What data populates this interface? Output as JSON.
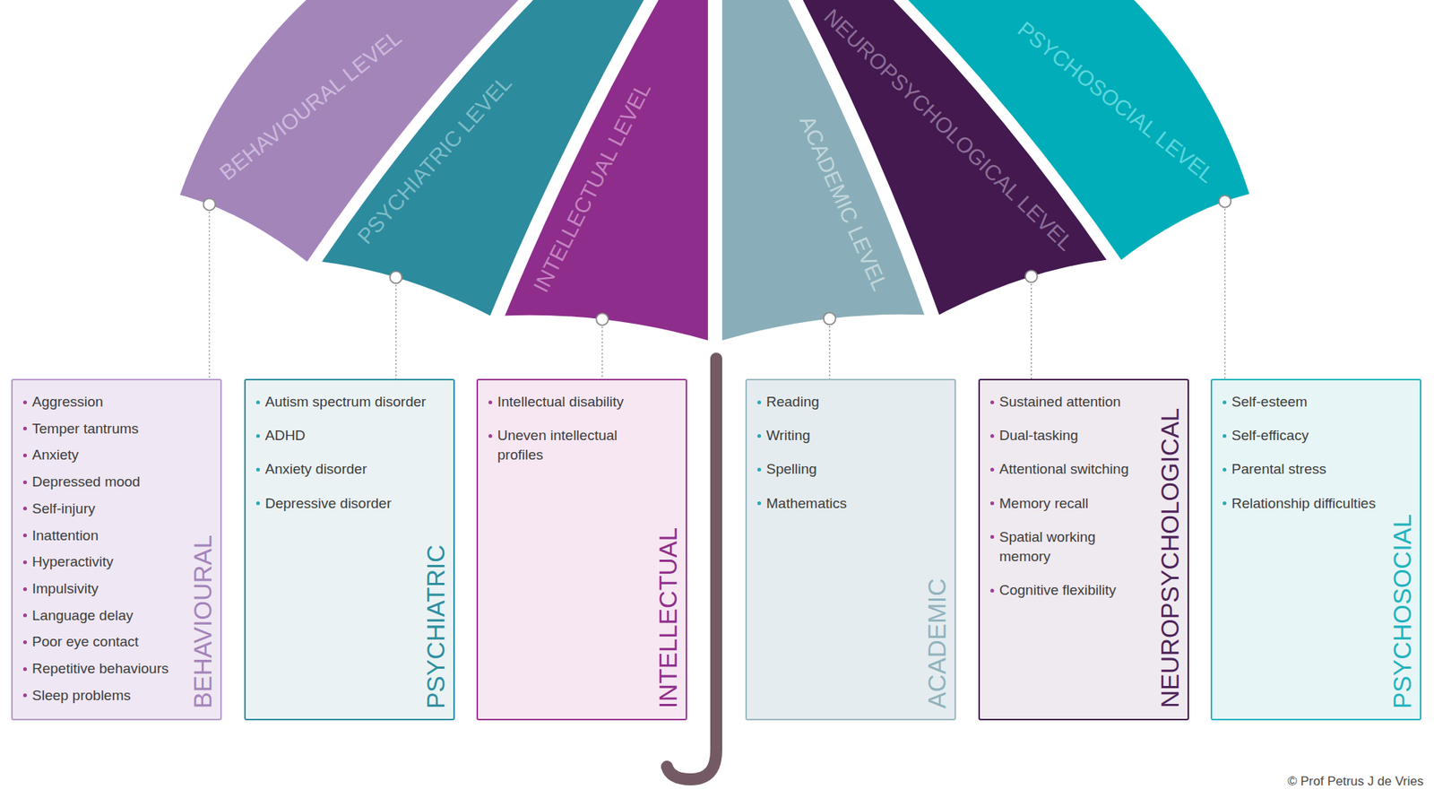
{
  "diagram": {
    "nodes": [
      {
        "text": [
          "BEHAVIOURAL LEVEL"
        ]
      },
      {
        "text": [
          "PSYCHIATRIC LEVEL"
        ]
      },
      {
        "text": [
          "INTELLECTUAL LEVEL"
        ]
      },
      {
        "text": [
          "ACADEMIC LEVEL"
        ]
      },
      {
        "text": [
          "NEUROPSYCHOLOGICAL LEVEL"
        ]
      },
      {
        "text": [
          "PSYCHOSOCIAL LEVEL"
        ]
      },
      {
        "text": [
          "Aggression",
          "Temper tantrums",
          "Anxiety",
          "Depressed mood",
          "Self-injury",
          "Inattention",
          "Hyperactivity",
          "Impulsivity",
          "Language delay",
          "Poor eye contact",
          "Repetitive behaviours",
          "Sleep problems",
          "BEHAVIOURAL"
        ]
      },
      {
        "text": [
          "Autism spectrum disorder",
          "ADHD",
          "Anxiety disorder",
          "Depressive disorder",
          "PSYCHIATRIC"
        ]
      },
      {
        "text": [
          "Intellectual disability",
          "Uneven intellectual profiles",
          "INTELLECTUAL"
        ]
      },
      {
        "text": [
          "Reading",
          "Writing",
          "Spelling",
          "Mathematics",
          "ACADEMIC"
        ]
      },
      {
        "text": [
          "Sustained attention",
          "Dual-tasking",
          "Attentional switching",
          "Memory recall",
          "Spatial working memory",
          "Cognitive flexibility",
          "NEUROPSYCHOLOGICAL"
        ]
      },
      {
        "text": [
          "Self-esteem",
          "Self-efficacy",
          "Parental stress",
          "Relationship difficulties",
          "PSYCHOSOCIAL"
        ]
      }
    ],
    "edges": [
      {
        "from": 0,
        "to": 6,
        "arrow": "none"
      },
      {
        "from": 1,
        "to": 7,
        "arrow": "none"
      },
      {
        "from": 2,
        "to": 8,
        "arrow": "none"
      },
      {
        "from": 3,
        "to": 9,
        "arrow": "none"
      },
      {
        "from": 4,
        "to": 10,
        "arrow": "none"
      },
      {
        "from": 5,
        "to": 11,
        "arrow": "none"
      }
    ],
    "labels": [
      "© Prof Petrus J de Vries"
    ]
  }
}
